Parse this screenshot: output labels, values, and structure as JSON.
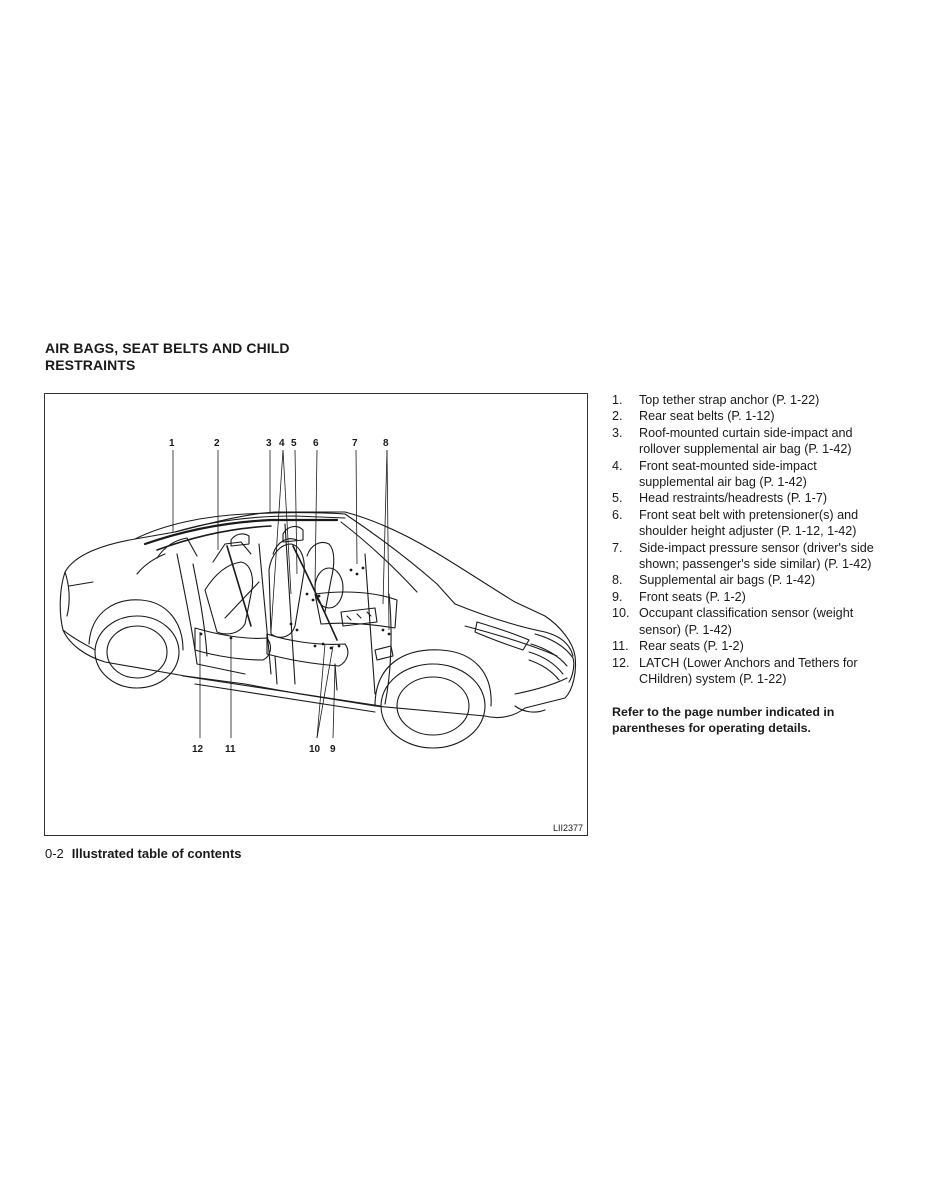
{
  "section": {
    "title": "AIR BAGS, SEAT BELTS AND CHILD RESTRAINTS"
  },
  "figure": {
    "code": "LII2377",
    "callouts": [
      "1",
      "2",
      "3",
      "4",
      "5",
      "6",
      "7",
      "8",
      "12",
      "11",
      "10",
      "9"
    ]
  },
  "legend": {
    "items": [
      {
        "num": "1.",
        "text": "Top tether strap anchor (P. 1-22)"
      },
      {
        "num": "2.",
        "text": "Rear seat belts (P. 1-12)"
      },
      {
        "num": "3.",
        "text": "Roof-mounted curtain side-impact and rollover supplemental air bag (P. 1-42)"
      },
      {
        "num": "4.",
        "text": "Front seat-mounted side-impact supplemental air bag (P. 1-42)"
      },
      {
        "num": "5.",
        "text": "Head restraints/headrests (P. 1-7)"
      },
      {
        "num": "6.",
        "text": "Front seat belt with pretensioner(s) and shoulder height adjuster (P. 1-12, 1-42)"
      },
      {
        "num": "7.",
        "text": "Side-impact pressure sensor (driver's side shown; passenger's side similar) (P. 1-42)"
      },
      {
        "num": "8.",
        "text": "Supplemental air bags (P. 1-42)"
      },
      {
        "num": "9.",
        "text": "Front seats (P. 1-2)"
      },
      {
        "num": "10.",
        "text": "Occupant classification sensor (weight sensor) (P. 1-42)"
      },
      {
        "num": "11.",
        "text": "Rear seats (P. 1-2)"
      },
      {
        "num": "12.",
        "text": "LATCH (Lower Anchors and Tethers for CHildren) system (P. 1-22)"
      }
    ],
    "note": "Refer to the page number indicated in parentheses for operating details."
  },
  "footer": {
    "page_number": "0-2",
    "chapter_title": "Illustrated table of contents"
  }
}
